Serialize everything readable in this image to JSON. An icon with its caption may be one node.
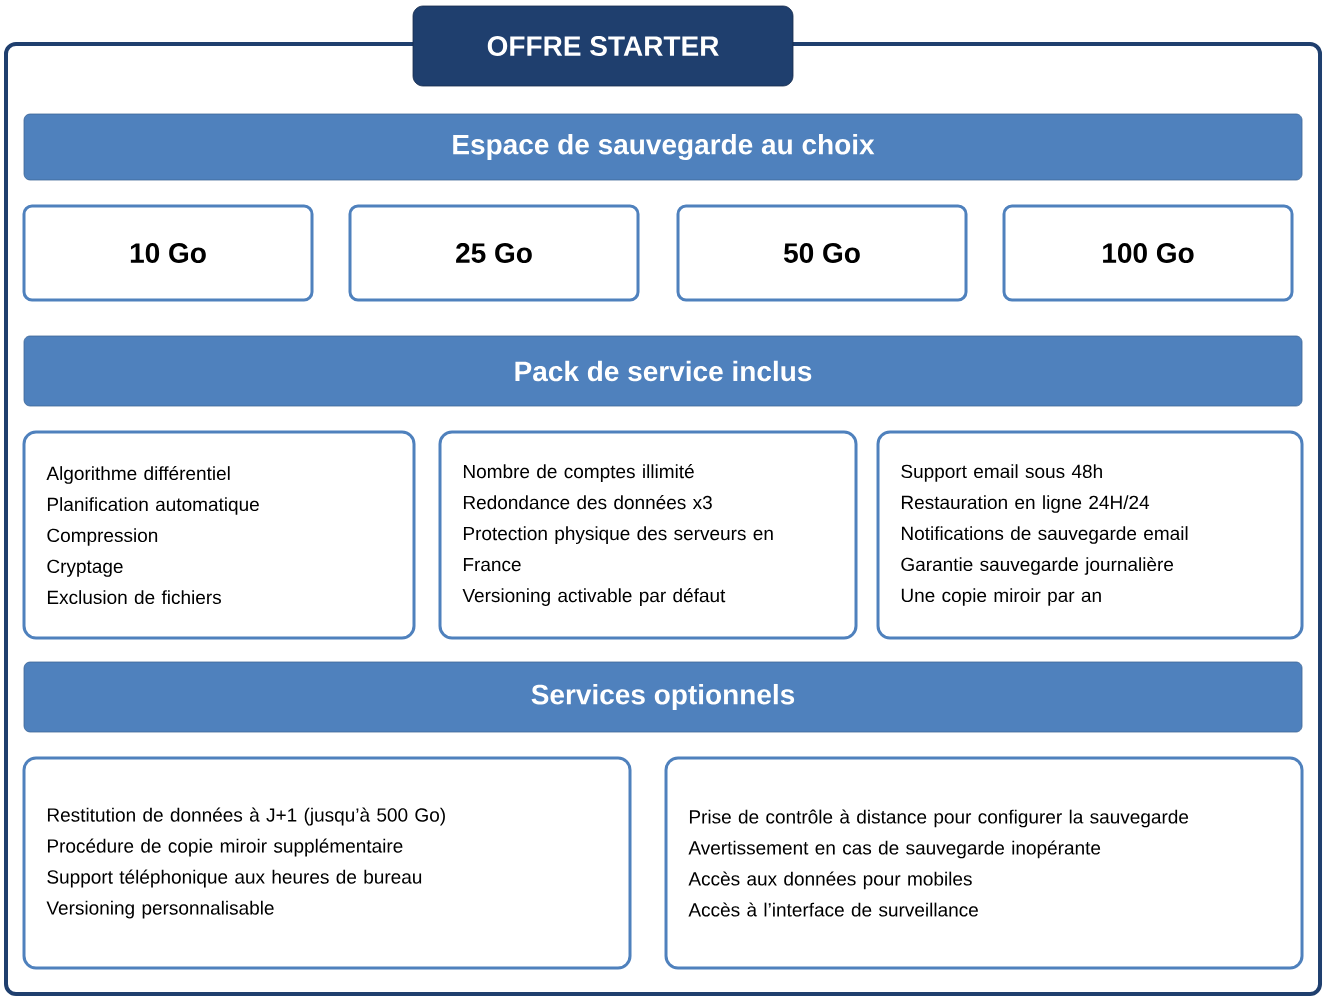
{
  "diagram": {
    "nodes": [
      {
        "text": [
          "OFFRE STARTER"
        ]
      },
      {
        "text": [
          "Espace de sauvegarde au choix"
        ],
        "in": 0
      },
      {
        "text": [
          "10 Go"
        ],
        "in": 0
      },
      {
        "text": [
          "25 Go"
        ],
        "in": 0
      },
      {
        "text": [
          "50 Go"
        ],
        "in": 0
      },
      {
        "text": [
          "100 Go"
        ],
        "in": 0
      },
      {
        "text": [
          "Pack de service inclus"
        ],
        "in": 0
      },
      {
        "text": [
          "Algorithme différentiel",
          "Planification automatique",
          "Compression",
          "Cryptage",
          "Exclusion de fichiers"
        ],
        "in": 0
      },
      {
        "text": [
          "Nombre de comptes illimité",
          "Redondance des données x3",
          "Protection physique des serveurs en France",
          "Versioning activable par défaut"
        ],
        "in": 0
      },
      {
        "text": [
          "Support email sous 48h",
          "Restauration en ligne 24H/24",
          "Notifications de sauvegarde email",
          "Garantie sauvegarde journalière",
          "Une copie miroir par an"
        ],
        "in": 0
      },
      {
        "text": [
          "Services optionnels"
        ],
        "in": 0
      },
      {
        "text": [
          "Restitution de données à J+1 (jusqu’à 500 Go)",
          "Procédure de copie miroir supplémentaire",
          "Support téléphonique aux heures de bureau",
          "Versioning personnalisable"
        ],
        "in": 0
      },
      {
        "text": [
          "Prise de contrôle à distance pour configurer la sauvegarde",
          "Avertissement en cas de sauvegarde inopérante",
          "Accès aux données pour mobiles",
          "Accès à l’interface de surveillance"
        ],
        "in": 0
      }
    ]
  }
}
